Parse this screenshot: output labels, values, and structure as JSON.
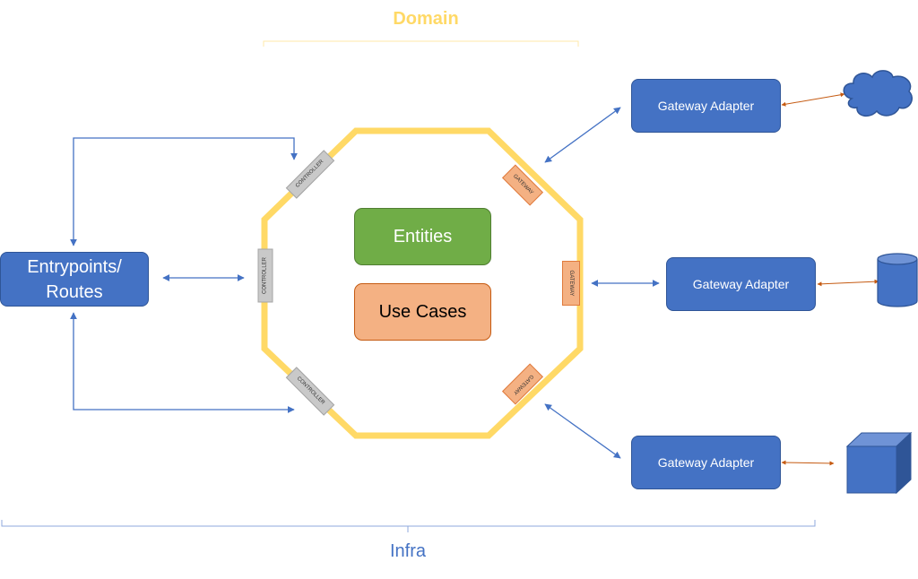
{
  "labels": {
    "domain": "Domain",
    "infra": "Infra"
  },
  "entrypoints": {
    "line1": "Entrypoints/",
    "line2": "Routes"
  },
  "core": {
    "entities": "Entities",
    "use_cases": "Use Cases"
  },
  "ports": {
    "controller_top": "CONTROLLER",
    "controller_left": "CONTROLLER",
    "controller_bottom": "CONTROLLER",
    "gateway_top": "GATEWAY",
    "gateway_right": "GATEWAY",
    "gateway_bottom": "GATEWAY"
  },
  "adapters": [
    {
      "label": "Gateway Adapter",
      "target_icon": "cloud-icon"
    },
    {
      "label": "Gateway Adapter",
      "target_icon": "database-icon"
    },
    {
      "label": "Gateway Adapter",
      "target_icon": "cube-icon"
    }
  ],
  "colors": {
    "blue": "#4472c4",
    "domain_yellow": "#ffd966",
    "entities_green": "#70ad47",
    "use_cases_orange": "#f4b183",
    "controller_gray": "#c9c9c9",
    "arrow_brown": "#c55a11"
  }
}
